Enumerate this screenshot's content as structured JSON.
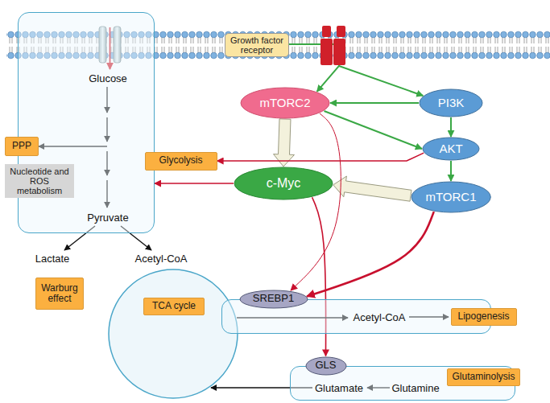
{
  "diagram": {
    "nodes": [
      {
        "text": [
          "Growth factor receptor"
        ]
      },
      {
        "text": [
          "Glucose",
          "Pyruvate"
        ]
      },
      {
        "text": [
          "Glycolysis"
        ],
        "in": 1
      },
      {
        "text": [
          "PPP"
        ]
      },
      {
        "text": [
          "Nucleotide and ROS metabolism"
        ]
      },
      {
        "text": [
          "mTORC2"
        ]
      },
      {
        "text": [
          "PI3K"
        ]
      },
      {
        "text": [
          "AKT"
        ]
      },
      {
        "text": [
          "c-Myc"
        ]
      },
      {
        "text": [
          "mTORC1"
        ]
      },
      {
        "text": [
          "Warburg effect"
        ]
      },
      {
        "text": [
          "TCA cycle"
        ]
      },
      {
        "text": [
          "Acetyl-CoA"
        ]
      },
      {
        "text": [
          "SREBP1"
        ],
        "in": 12
      },
      {
        "text": [
          "Lipogenesis"
        ],
        "in": 12
      },
      {
        "text": [
          "Glutamate",
          "Glutamine"
        ]
      },
      {
        "text": [
          "GLS"
        ],
        "in": 15
      },
      {
        "text": [
          "Glutaminolysis"
        ],
        "in": 15
      }
    ],
    "edges": [
      {
        "from": 0,
        "to": 5,
        "arrow": "to"
      },
      {
        "from": 0,
        "to": 6,
        "arrow": "to"
      },
      {
        "from": 6,
        "to": 5,
        "arrow": "to"
      },
      {
        "from": 6,
        "to": 7,
        "arrow": "to"
      },
      {
        "from": 5,
        "to": 7,
        "arrow": "to"
      },
      {
        "from": 7,
        "to": 9,
        "arrow": "to"
      },
      {
        "from": 5,
        "to": 8,
        "arrow": "to"
      },
      {
        "from": 9,
        "to": 8,
        "arrow": "to"
      },
      {
        "from": 7,
        "to": 2,
        "arrow": "to"
      },
      {
        "from": 8,
        "to": 1,
        "arrow": "to"
      },
      {
        "from": 5,
        "to": 13,
        "arrow": "to"
      },
      {
        "from": 9,
        "to": 13,
        "arrow": "to"
      },
      {
        "from": 8,
        "to": 16,
        "arrow": "to"
      },
      {
        "from": 1,
        "to": 3,
        "arrow": "to"
      }
    ],
    "labels": [
      "Lactate",
      "Acetyl-CoA"
    ]
  }
}
